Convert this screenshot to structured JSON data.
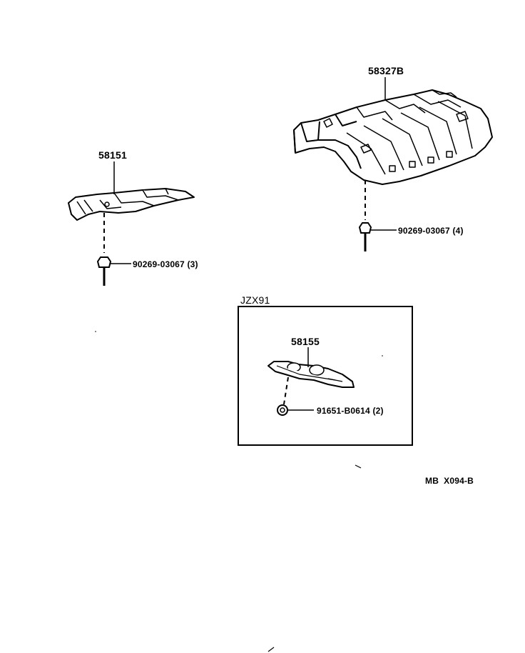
{
  "parts": {
    "p58327b": "58327B",
    "p58151": "58151",
    "p58155": "58155"
  },
  "fasteners": {
    "bolt_right": "90269-03067 (4)",
    "bolt_left": "90269-03067 (3)",
    "nut_box": "91651-B0614 (2)"
  },
  "inset": {
    "label": "JZX91"
  },
  "footer": {
    "code": "MB  X094-B"
  }
}
